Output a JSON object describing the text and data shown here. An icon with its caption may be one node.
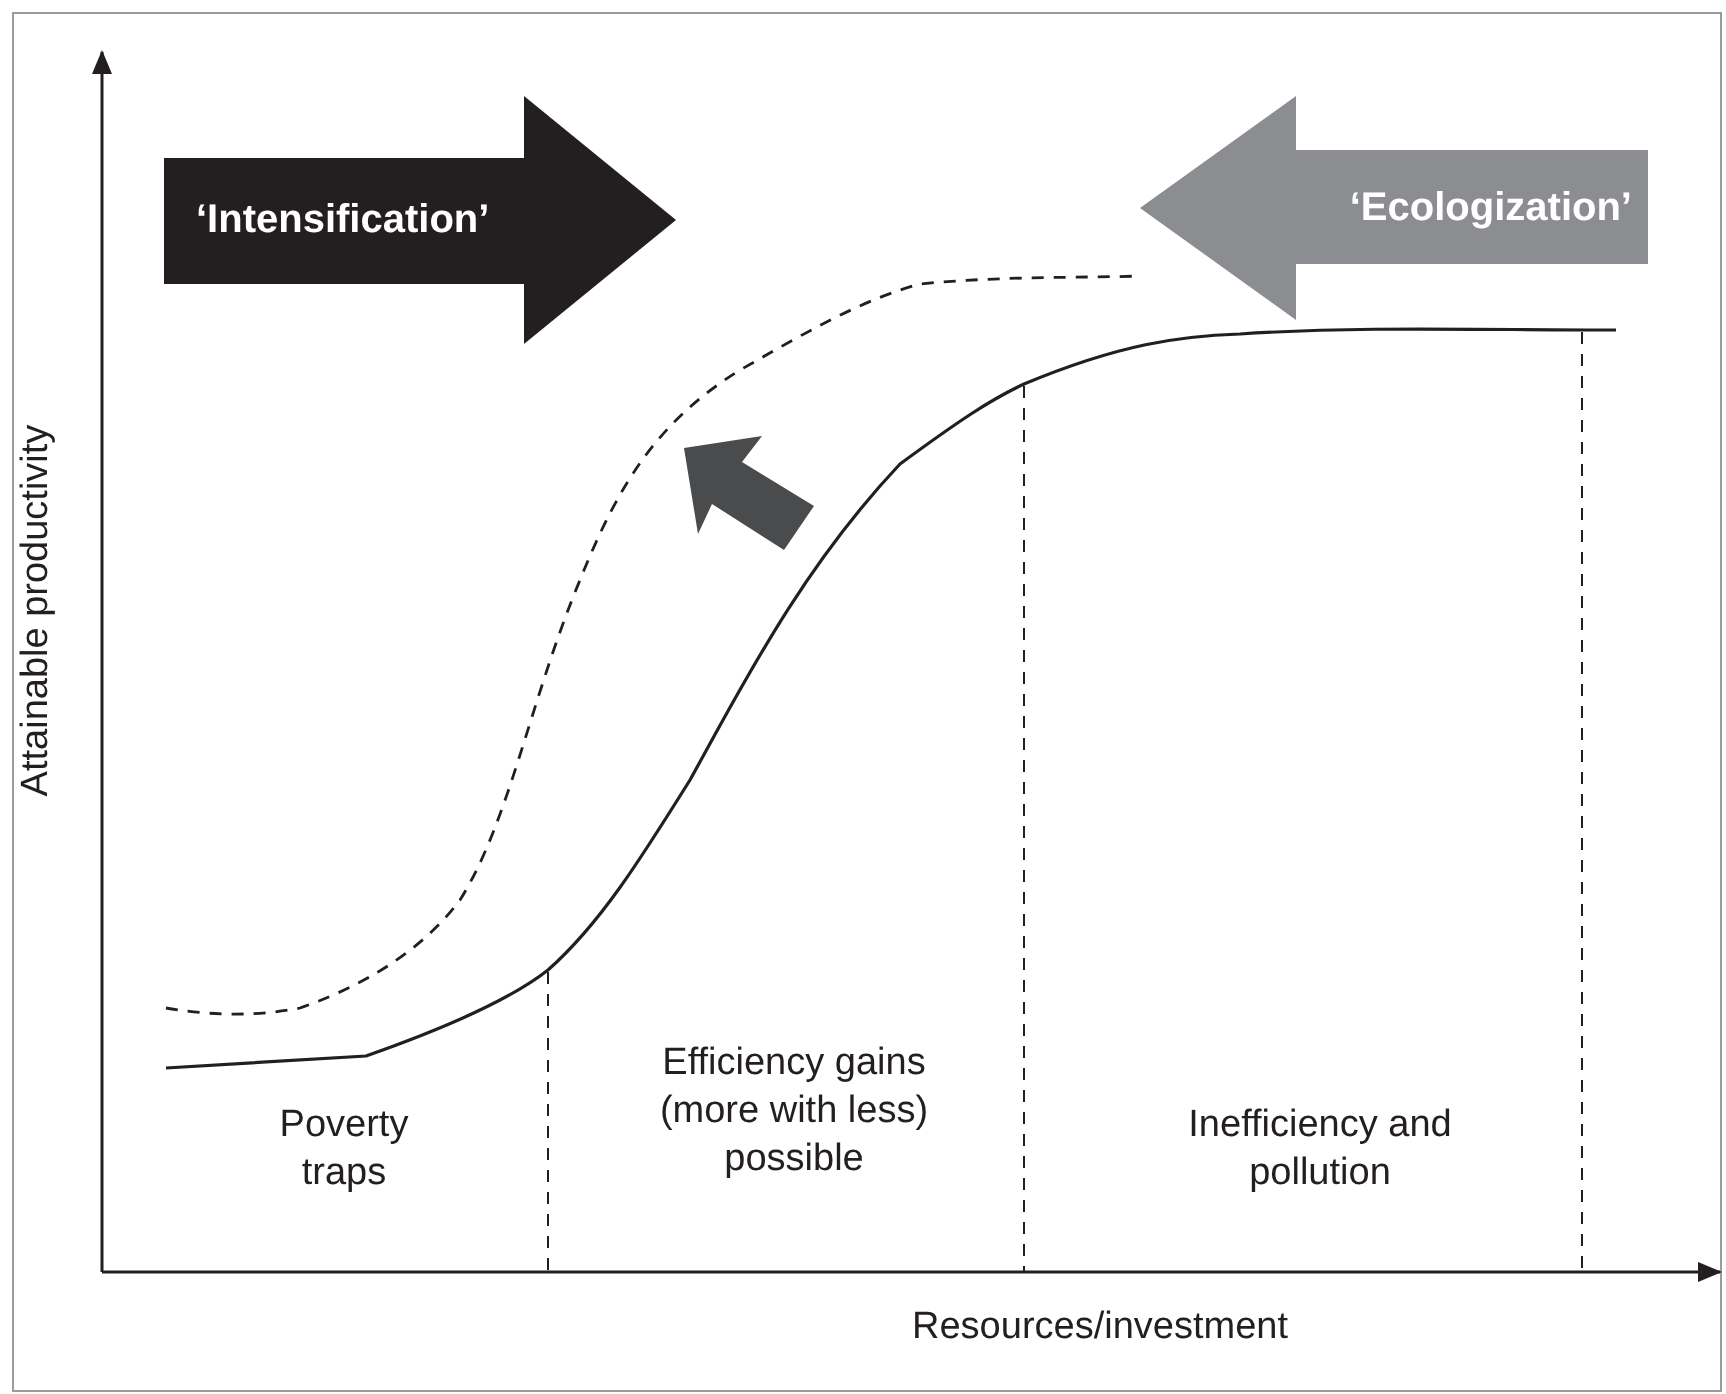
{
  "diagram": {
    "nodes": [
      {
        "text": [
          "‘Intensification’"
        ]
      },
      {
        "text": [
          "‘Ecologization’"
        ]
      }
    ],
    "labels": [
      "Attainable productivity",
      "Poverty traps",
      "Efficiency gains (more with less) possible",
      "Inefficiency and pollution",
      "Resources/investment"
    ]
  }
}
